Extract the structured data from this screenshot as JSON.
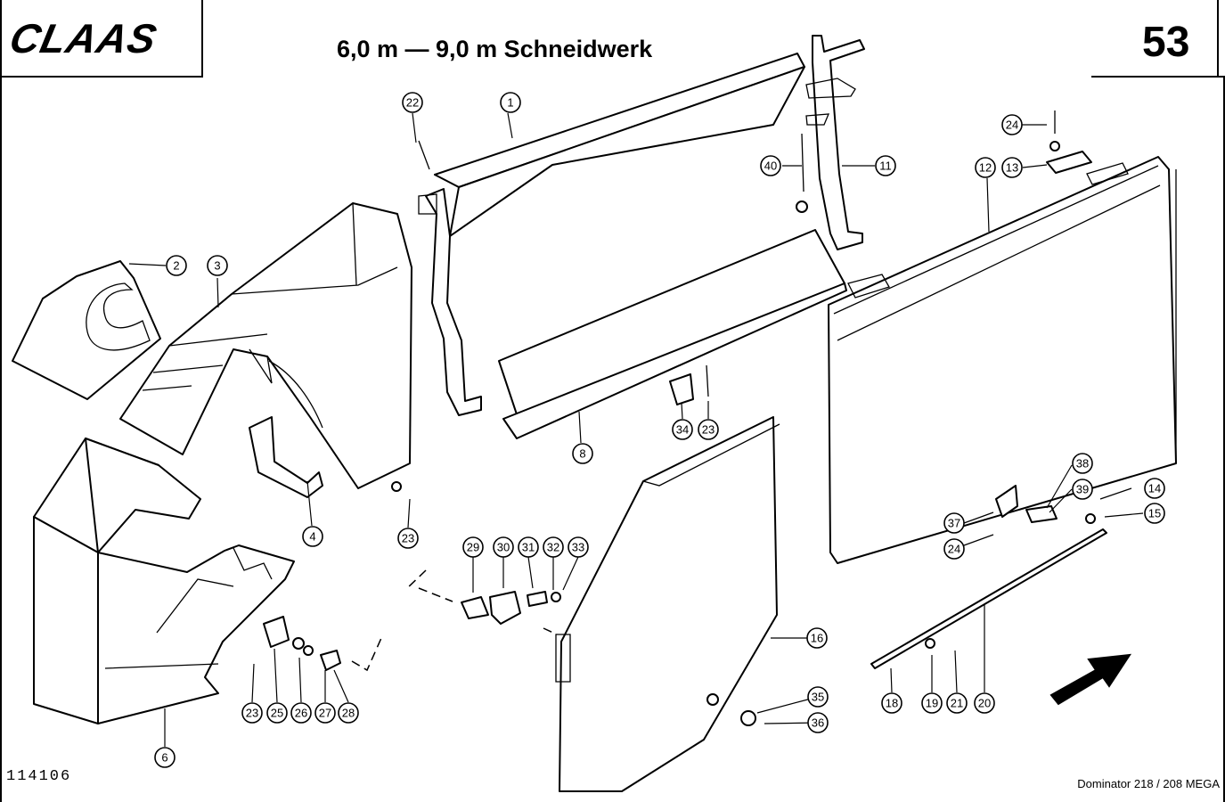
{
  "header": {
    "brand": "CLAAS",
    "title": "6,0 m — 9,0 m Schneidwerk",
    "page_number": "53"
  },
  "footer": {
    "doc_number": "114106",
    "model": "Dominator 218 / 208 MEGA"
  },
  "callouts": [
    "1",
    "2",
    "3",
    "4",
    "6",
    "8",
    "11",
    "12",
    "13",
    "14",
    "15",
    "16",
    "18",
    "19",
    "20",
    "21",
    "22",
    "23",
    "23",
    "23",
    "24",
    "24",
    "25",
    "26",
    "27",
    "28",
    "29",
    "30",
    "31",
    "32",
    "33",
    "34",
    "35",
    "36",
    "37",
    "38",
    "39",
    "40"
  ]
}
